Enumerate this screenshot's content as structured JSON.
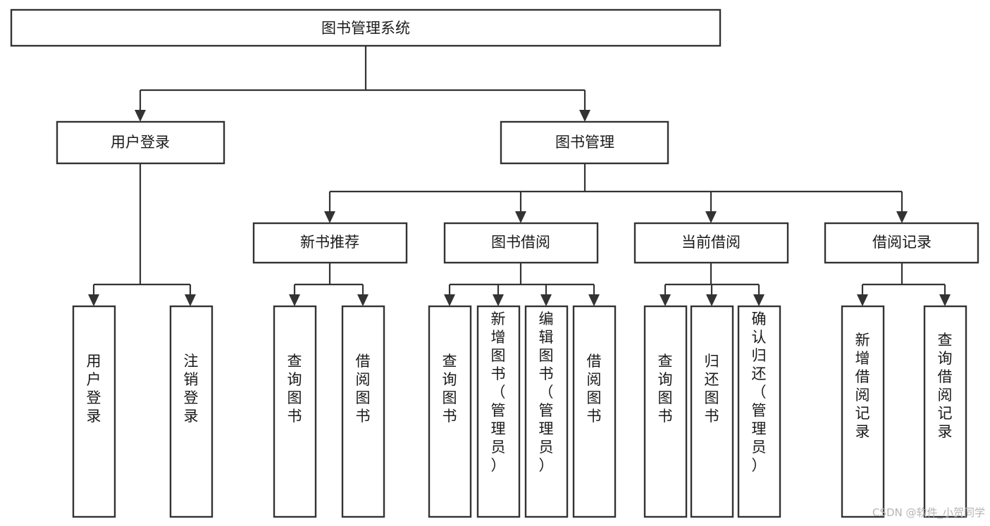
{
  "diagram": {
    "title": "图书管理系统",
    "type": "tree-hierarchy-chart",
    "orientation": "top-down",
    "root": {
      "id": "root",
      "label": "图书管理系统"
    },
    "level2": [
      {
        "id": "user-login",
        "label": "用户登录"
      },
      {
        "id": "book-manage",
        "label": "图书管理"
      }
    ],
    "level3": [
      {
        "id": "new-book-rec",
        "label": "新书推荐",
        "parent": "book-manage"
      },
      {
        "id": "book-borrow",
        "label": "图书借阅",
        "parent": "book-manage"
      },
      {
        "id": "current-borrow",
        "label": "当前借阅",
        "parent": "book-manage"
      },
      {
        "id": "borrow-record",
        "label": "借阅记录",
        "parent": "book-manage"
      }
    ],
    "leaves": [
      {
        "id": "leaf-1",
        "label": "用户登录",
        "parent": "user-login"
      },
      {
        "id": "leaf-2",
        "label": "注销登录",
        "parent": "user-login"
      },
      {
        "id": "leaf-3",
        "label": "查询图书",
        "parent": "new-book-rec"
      },
      {
        "id": "leaf-4",
        "label": "借阅图书",
        "parent": "new-book-rec"
      },
      {
        "id": "leaf-5",
        "label": "查询图书",
        "parent": "book-borrow"
      },
      {
        "id": "leaf-6",
        "label": "新增图书（管理员）",
        "parent": "book-borrow"
      },
      {
        "id": "leaf-7",
        "label": "编辑图书（管理员）",
        "parent": "book-borrow"
      },
      {
        "id": "leaf-8",
        "label": "借阅图书",
        "parent": "book-borrow"
      },
      {
        "id": "leaf-9",
        "label": "查询图书",
        "parent": "current-borrow"
      },
      {
        "id": "leaf-10",
        "label": "归还图书",
        "parent": "current-borrow"
      },
      {
        "id": "leaf-11",
        "label": "确认归还（管理员）",
        "parent": "current-borrow"
      },
      {
        "id": "leaf-12",
        "label": "新增借阅记录",
        "parent": "borrow-record"
      },
      {
        "id": "leaf-13",
        "label": "查询借阅记录",
        "parent": "borrow-record"
      }
    ]
  },
  "watermark": {
    "text": "CSDN @软件_小贺同学"
  },
  "colors": {
    "box_stroke": "#333333",
    "box_fill": "#ffffff",
    "connector": "#333333",
    "text": "#1a1a1a",
    "watermark": "#b5b5b5",
    "background": "#ffffff"
  }
}
